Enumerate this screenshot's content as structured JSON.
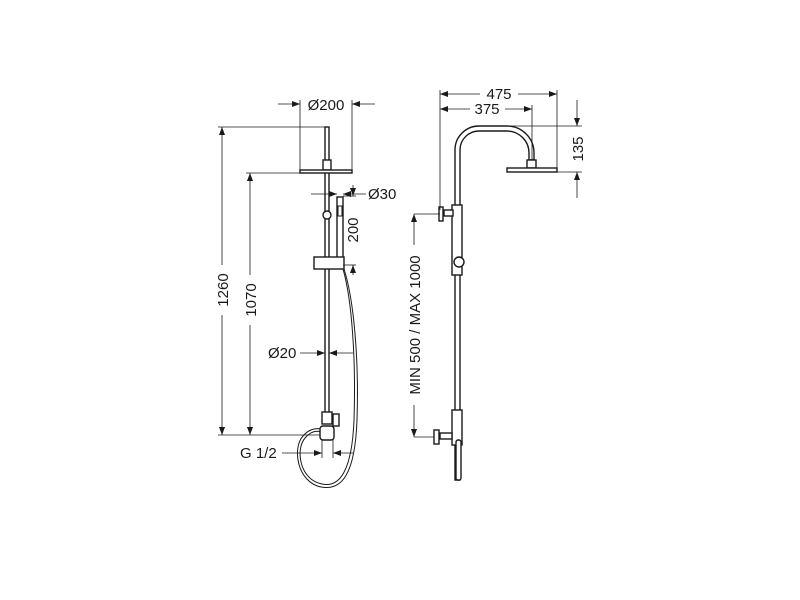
{
  "left_view": {
    "dims": {
      "head_diameter": "Ø200",
      "total_height": "1260",
      "head_height": "1070",
      "handset_diameter": "Ø30",
      "handset_length": "200",
      "rail_diameter": "Ø20",
      "connection": "G 1/2"
    }
  },
  "right_view": {
    "dims": {
      "arm_reach_total": "475",
      "arm_reach": "375",
      "head_drop": "135",
      "mount_spacing": "MIN 500 / MAX 1000"
    }
  },
  "colors": {
    "line": "#1a1a1a",
    "background": "#ffffff"
  }
}
